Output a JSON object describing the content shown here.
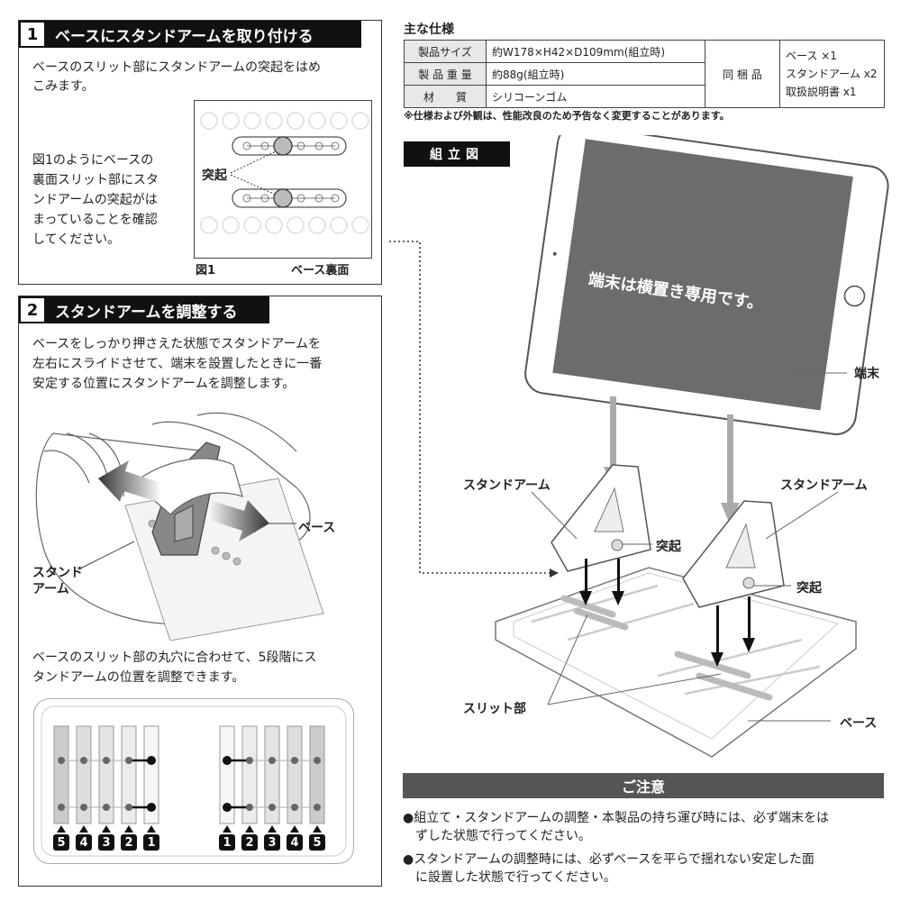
{
  "step1": {
    "number": "1",
    "title": "ベースにスタンドアームを取り付ける",
    "intro_line1": "ベースのスリット部にスタンドアームの突起をはめ",
    "intro_line2": "こみます。",
    "body_lines": [
      "図1のようにベースの",
      "裏面スリット部にスタ",
      "ンドアームの突起がは",
      "まっていることを確認",
      "してください。"
    ],
    "label_tokki": "突起",
    "fig_caption": "図1",
    "fig_title": "ベース裏面"
  },
  "step2": {
    "number": "2",
    "title": "スタンドアームを調整する",
    "intro_lines": [
      "ベースをしっかり押さえた状態でスタンドアームを",
      "左右にスライドさせて、端末を設置したときに一番",
      "安定する位置にスタンドアームを調整します。"
    ],
    "label_base": "ベース",
    "label_arm_line1": "スタンド",
    "label_arm_line2": "アーム",
    "note_lines": [
      "ベースのスリット部の丸穴に合わせて、5段階にス",
      "タンドアームの位置を調整できます。"
    ],
    "left_numbers": [
      "5",
      "4",
      "3",
      "2",
      "1"
    ],
    "right_numbers": [
      "1",
      "2",
      "3",
      "4",
      "5"
    ]
  },
  "specs": {
    "heading": "主な仕様",
    "rows": [
      {
        "label": "製品サイズ",
        "value": "約W178×H42×D109mm(組立時)"
      },
      {
        "label": "製 品 重 量",
        "value": "約88g(組立時)"
      },
      {
        "label": "材　　質",
        "value": "シリコーンゴム"
      }
    ],
    "included_label": "同 梱 品",
    "included_items": [
      "ベース ×1",
      "スタンドアーム x2",
      "取扱説明書 x1"
    ],
    "footnote": "※仕様および外観は、性能改良のため予告なく変更することがあります。"
  },
  "assembly": {
    "badge": "組立図",
    "screen_text": "端末は横置き専用です。",
    "label_device": "端末",
    "label_arm_left": "スタンドアーム",
    "label_arm_right": "スタンドアーム",
    "label_tokki_left": "突起",
    "label_tokki_right": "突起",
    "label_slit": "スリット部",
    "label_base": "ベース"
  },
  "caution": {
    "title": "ご注意",
    "items": [
      {
        "line1": "●組立て・スタンドアームの調整・本製品の持ち運び時には、必ず端末をは",
        "line2": "ずした状態で行ってください。"
      },
      {
        "line1": "●スタンドアームの調整時には、必ずベースを平らで揺れない安定した面",
        "line2": "に設置した状態で行ってください。"
      }
    ]
  }
}
